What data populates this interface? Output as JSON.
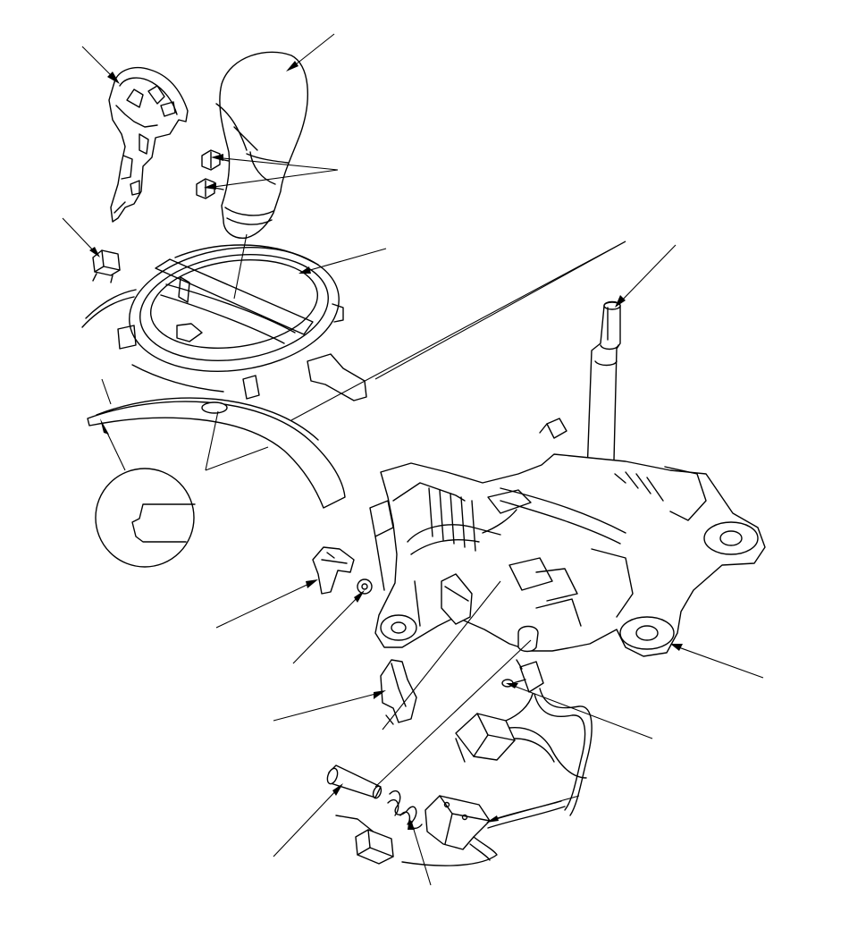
{
  "diagram": {
    "style": "exploded parts diagram (line art)",
    "line_color": "#000000",
    "background": "#ffffff",
    "components": [
      "knob-trim-cover",
      "shift-knob",
      "knob-screws",
      "button-cap",
      "console-bezel",
      "shift-lever-stalk",
      "indicator-plate-strip",
      "strip-detail-callout",
      "pin-clip",
      "pin-bushing",
      "cam-bracket",
      "shift-lock-pin",
      "return-spring",
      "shift-lock-solenoid",
      "wire-harness-connector",
      "small-connector",
      "shift-lever-base",
      "indicator-bulb"
    ]
  }
}
